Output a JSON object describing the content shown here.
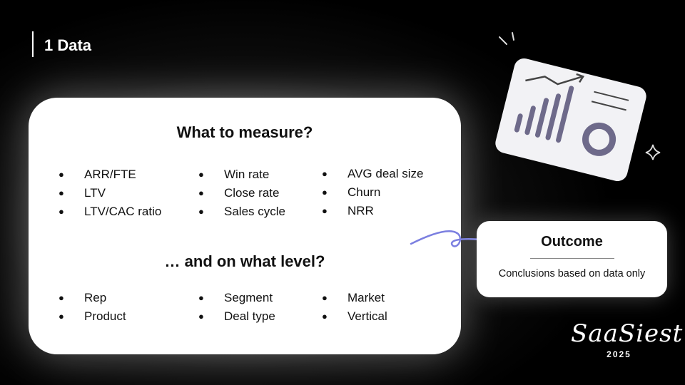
{
  "slide": {
    "title": "1 Data"
  },
  "measure": {
    "heading": "What to measure?",
    "col1": [
      "ARR/FTE",
      "LTV",
      "LTV/CAC ratio"
    ],
    "col2": [
      "Win rate",
      "Close rate",
      "Sales cycle"
    ],
    "col3": [
      "AVG deal size",
      "Churn",
      "NRR"
    ]
  },
  "level": {
    "heading": "… and on what level?",
    "col1": [
      "Rep",
      "Product"
    ],
    "col2": [
      "Segment",
      "Deal type"
    ],
    "col3": [
      "Market",
      "Vertical"
    ]
  },
  "outcome": {
    "title": "Outcome",
    "text": "Conclusions based on data only"
  },
  "brand": {
    "name": "SaaSiest",
    "year": "2025"
  },
  "colors": {
    "arrow": "#7b7fe0",
    "illustration": "#6e6a8a"
  },
  "icons": [
    "dashboard-illustration-icon",
    "sparkle-icon",
    "curved-arrow-icon"
  ]
}
